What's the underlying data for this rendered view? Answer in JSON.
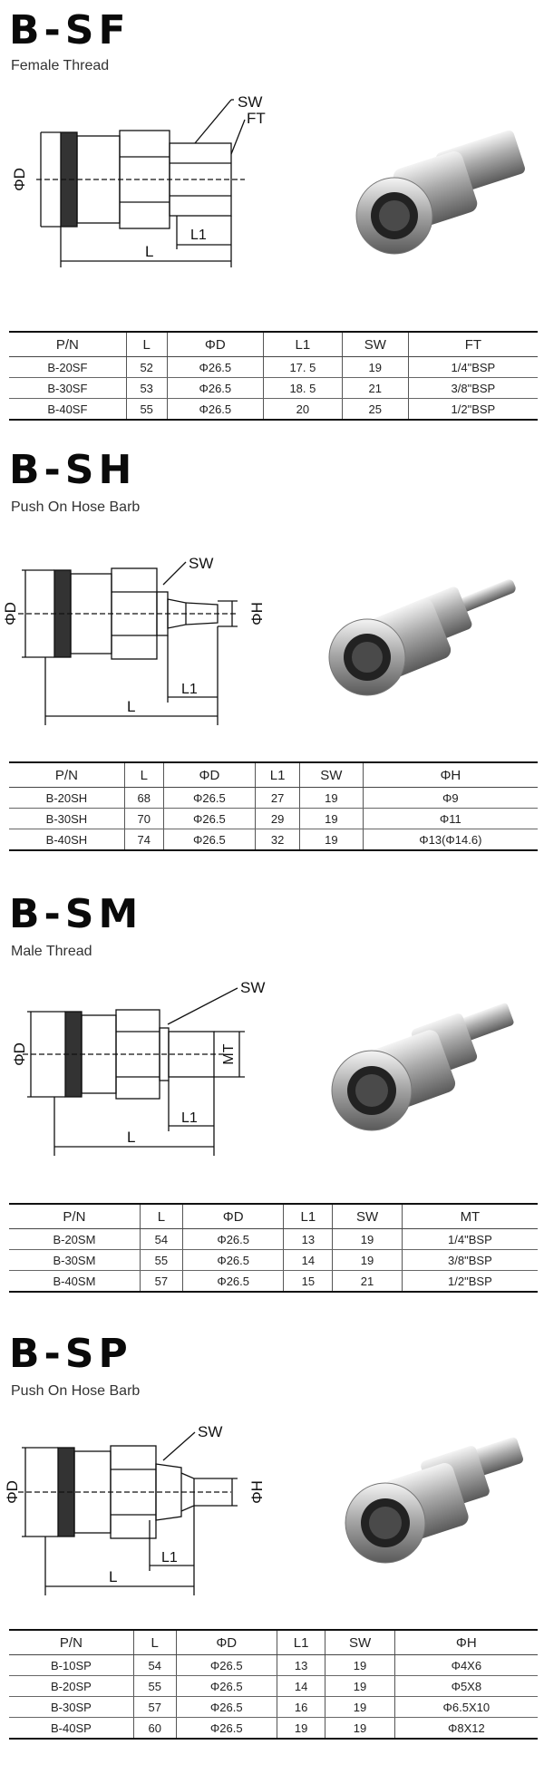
{
  "sections": [
    {
      "title": "B-SF",
      "subtitle": "Female Thread",
      "labels": {
        "sw": "SW",
        "end": "FT",
        "d": "ΦD",
        "l": "L",
        "l1": "L1"
      },
      "headers": [
        "P/N",
        "L",
        "ΦD",
        "L1",
        "SW",
        "FT"
      ],
      "rows": [
        [
          "B-20SF",
          "52",
          "Φ26.5",
          "17. 5",
          "19",
          "1/4\"BSP"
        ],
        [
          "B-30SF",
          "53",
          "Φ26.5",
          "18. 5",
          "21",
          "3/8\"BSP"
        ],
        [
          "B-40SF",
          "55",
          "Φ26.5",
          "20",
          "25",
          "1/2\"BSP"
        ]
      ]
    },
    {
      "title": "B-SH",
      "subtitle": "Push On Hose Barb",
      "labels": {
        "sw": "SW",
        "end": "ΦH",
        "d": "ΦD",
        "l": "L",
        "l1": "L1"
      },
      "headers": [
        "P/N",
        "L",
        "ΦD",
        "L1",
        "SW",
        "ΦH"
      ],
      "rows": [
        [
          "B-20SH",
          "68",
          "Φ26.5",
          "27",
          "19",
          "Φ9"
        ],
        [
          "B-30SH",
          "70",
          "Φ26.5",
          "29",
          "19",
          "Φ11"
        ],
        [
          "B-40SH",
          "74",
          "Φ26.5",
          "32",
          "19",
          "Φ13(Φ14.6)"
        ]
      ]
    },
    {
      "title": "B-SM",
      "subtitle": "Male Thread",
      "labels": {
        "sw": "SW",
        "end": "MT",
        "d": "ΦD",
        "l": "L",
        "l1": "L1"
      },
      "headers": [
        "P/N",
        "L",
        "ΦD",
        "L1",
        "SW",
        "MT"
      ],
      "rows": [
        [
          "B-20SM",
          "54",
          "Φ26.5",
          "13",
          "19",
          "1/4\"BSP"
        ],
        [
          "B-30SM",
          "55",
          "Φ26.5",
          "14",
          "19",
          "3/8\"BSP"
        ],
        [
          "B-40SM",
          "57",
          "Φ26.5",
          "15",
          "21",
          "1/2\"BSP"
        ]
      ]
    },
    {
      "title": "B-SP",
      "subtitle": "Push On Hose Barb",
      "labels": {
        "sw": "SW",
        "end": "ΦH",
        "d": "ΦD",
        "l": "L",
        "l1": "L1"
      },
      "headers": [
        "P/N",
        "L",
        "ΦD",
        "L1",
        "SW",
        "ΦH"
      ],
      "rows": [
        [
          "B-10SP",
          "54",
          "Φ26.5",
          "13",
          "19",
          "Φ4X6"
        ],
        [
          "B-20SP",
          "55",
          "Φ26.5",
          "14",
          "19",
          "Φ5X8"
        ],
        [
          "B-30SP",
          "57",
          "Φ26.5",
          "16",
          "19",
          "Φ6.5X10"
        ],
        [
          "B-40SP",
          "60",
          "Φ26.5",
          "19",
          "19",
          "Φ8X12"
        ]
      ]
    }
  ]
}
